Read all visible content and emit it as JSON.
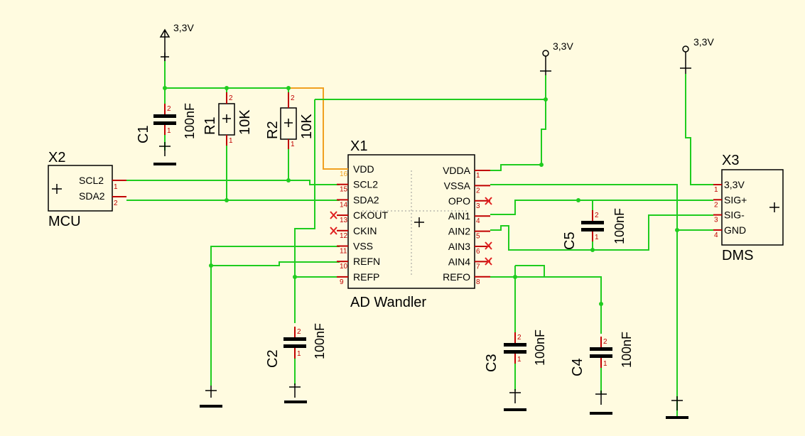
{
  "colors": {
    "background": "#fffbe0",
    "wire": "#1fcc1f",
    "pin": "#c00000",
    "highlight_wire": "#f0a020",
    "body": "#000000"
  },
  "supply": {
    "label": "3,3V"
  },
  "x1": {
    "ref": "X1",
    "value": "AD Wandler",
    "left_pins": [
      {
        "num": "16",
        "name": "VDD"
      },
      {
        "num": "15",
        "name": "SCL2"
      },
      {
        "num": "14",
        "name": "SDA2"
      },
      {
        "num": "13",
        "name": "CKOUT"
      },
      {
        "num": "12",
        "name": "CKIN"
      },
      {
        "num": "11",
        "name": "VSS"
      },
      {
        "num": "10",
        "name": "REFN"
      },
      {
        "num": "9",
        "name": "REFP"
      }
    ],
    "right_pins": [
      {
        "num": "1",
        "name": "VDDA"
      },
      {
        "num": "2",
        "name": "VSSA"
      },
      {
        "num": "3",
        "name": "OPO"
      },
      {
        "num": "4",
        "name": "AIN1"
      },
      {
        "num": "5",
        "name": "AIN2"
      },
      {
        "num": "6",
        "name": "AIN3"
      },
      {
        "num": "7",
        "name": "AIN4"
      },
      {
        "num": "8",
        "name": "REFO"
      }
    ]
  },
  "x2": {
    "ref": "X2",
    "value": "MCU",
    "pins": [
      {
        "num": "1",
        "name": "SCL2"
      },
      {
        "num": "2",
        "name": "SDA2"
      }
    ]
  },
  "x3": {
    "ref": "X3",
    "value": "DMS",
    "pins": [
      {
        "num": "1",
        "name": "3,3V"
      },
      {
        "num": "2",
        "name": "SIG+"
      },
      {
        "num": "3",
        "name": "SIG-"
      },
      {
        "num": "4",
        "name": "GND"
      }
    ]
  },
  "resistors": [
    {
      "ref": "R1",
      "value": "10K"
    },
    {
      "ref": "R2",
      "value": "10K"
    }
  ],
  "capacitors": [
    {
      "ref": "C1",
      "value": "100nF"
    },
    {
      "ref": "C2",
      "value": "100nF"
    },
    {
      "ref": "C3",
      "value": "100nF"
    },
    {
      "ref": "C4",
      "value": "100nF"
    },
    {
      "ref": "C5",
      "value": "100nF"
    }
  ],
  "pin_numbers": {
    "one": "1",
    "two": "2"
  }
}
